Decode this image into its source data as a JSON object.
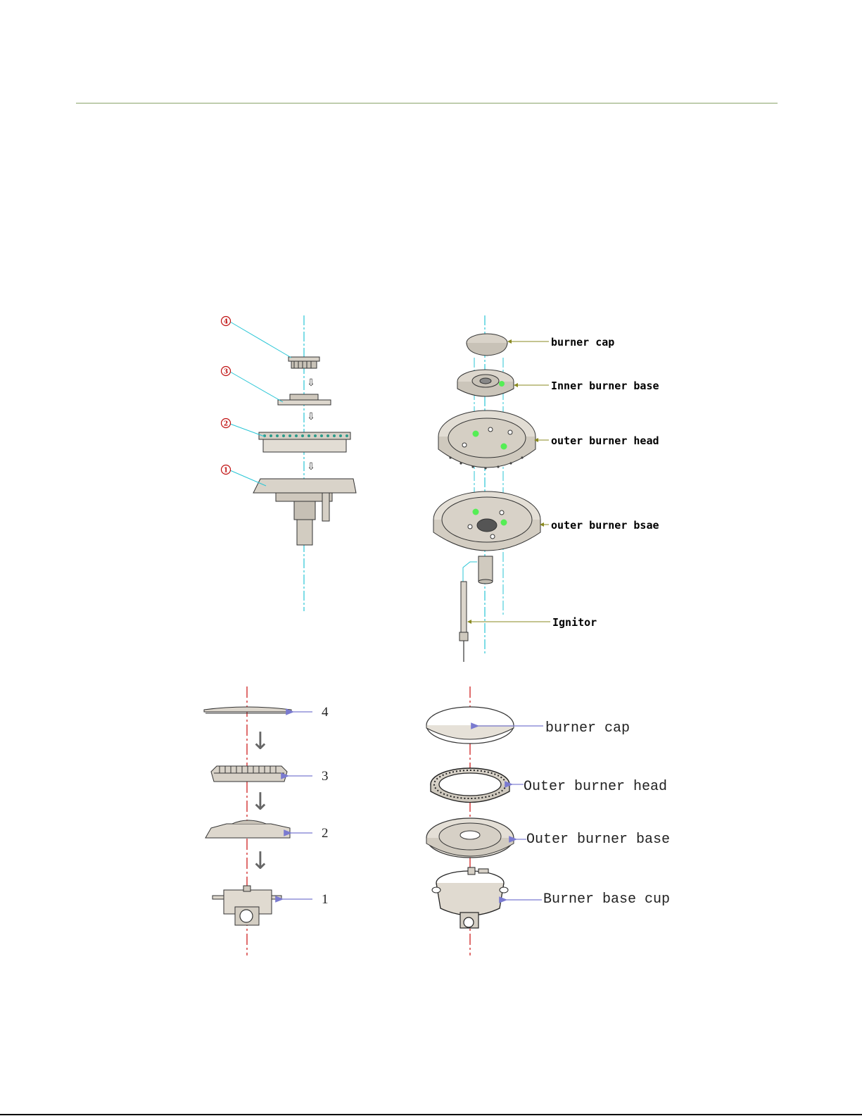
{
  "top_left_callouts": [
    "4",
    "3",
    "2",
    "1"
  ],
  "top_right_labels": {
    "burner_cap": "burner cap",
    "inner_burner_base": "Inner burner base",
    "outer_burner_head": "outer burner head",
    "outer_burner_bsae": "outer burner bsae",
    "ignitor": "Ignitor"
  },
  "bottom_left_numbers": [
    "4",
    "3",
    "2",
    "1"
  ],
  "bottom_right_labels": {
    "burner_cap": "burner cap",
    "outer_burner_head": "Outer burner head",
    "outer_burner_base": "Outer burner base",
    "burner_base_cup": "Burner base cup"
  },
  "colors": {
    "axis_cyan": "#29c6d6",
    "axis_red": "#d02020",
    "leader_olive": "#8a8a20",
    "leader_blue": "#7a7ad0",
    "hole_green": "#55ee55",
    "rule_green": "#8aa36a"
  }
}
